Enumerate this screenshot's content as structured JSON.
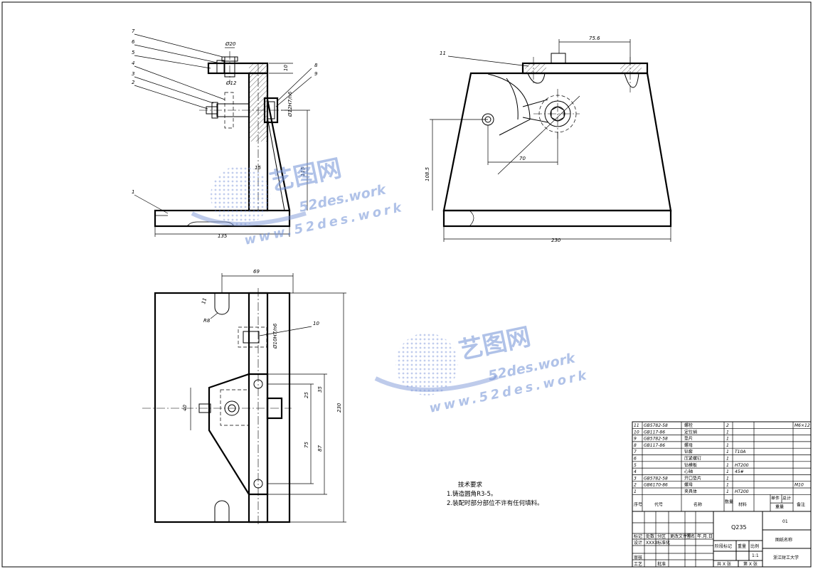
{
  "views": {
    "front": {
      "leaders": [
        "7",
        "6",
        "5",
        "4",
        "3",
        "2",
        "1",
        "8",
        "9"
      ],
      "dims": {
        "top_dia": "Ø20",
        "dia12": "Ø12",
        "ten": "10",
        "fit": "Ø12H7/n6",
        "height": "115",
        "web": "15",
        "base_len": "135"
      }
    },
    "side": {
      "leaders": [
        "11"
      ],
      "dims": {
        "top": "75.6",
        "height": "108.5",
        "arm": "70",
        "width": "230"
      }
    },
    "plan": {
      "leaders": [
        "10"
      ],
      "dims": {
        "top": "69",
        "r": "R8",
        "slot": "11",
        "fit": "Ø10H7/n6",
        "d25": "25",
        "d35": "35",
        "d75": "75",
        "d87": "87",
        "d230": "230",
        "d40": "40"
      }
    }
  },
  "watermarks": [
    {
      "cn": "艺图网",
      "en": "52des.work",
      "url": "www.52des.work"
    },
    {
      "cn": "艺图网",
      "en": "52des.work",
      "url": "www.52des.work"
    }
  ],
  "tech_requirements": {
    "title": "技术要求",
    "items": [
      "1.铸造圆角R3-5。",
      "2.装配时部分部位不许有任何填料。"
    ]
  },
  "bom": {
    "rows": [
      {
        "no": "11",
        "code": "GB5782-58",
        "name": "螺栓",
        "qty": "2",
        "mat": "",
        "note": "M6×12"
      },
      {
        "no": "10",
        "code": "GB117-86",
        "name": "定位销",
        "qty": "1",
        "mat": "",
        "note": ""
      },
      {
        "no": "9",
        "code": "GB5782-58",
        "name": "垫片",
        "qty": "1",
        "mat": "",
        "note": ""
      },
      {
        "no": "8",
        "code": "GB117-86",
        "name": "螺母",
        "qty": "1",
        "mat": "",
        "note": ""
      },
      {
        "no": "7",
        "code": "",
        "name": "钻套",
        "qty": "1",
        "mat": "T10A",
        "note": ""
      },
      {
        "no": "6",
        "code": "",
        "name": "压紧螺钉",
        "qty": "1",
        "mat": "",
        "note": ""
      },
      {
        "no": "5",
        "code": "",
        "name": "钻模板",
        "qty": "1",
        "mat": "HT200",
        "note": ""
      },
      {
        "no": "4",
        "code": "",
        "name": "心轴",
        "qty": "1",
        "mat": "45#",
        "note": ""
      },
      {
        "no": "3",
        "code": "GB5782-58",
        "name": "开口垫片",
        "qty": "1",
        "mat": "",
        "note": ""
      },
      {
        "no": "2",
        "code": "GB6170-86",
        "name": "螺母",
        "qty": "1",
        "mat": "",
        "note": "M10"
      },
      {
        "no": "1",
        "code": "",
        "name": "夹具体",
        "qty": "1",
        "mat": "HT200",
        "note": ""
      }
    ],
    "header": {
      "no": "序号",
      "code": "代号",
      "name": "名称",
      "qty": "数量",
      "mat": "材料",
      "single": "单件",
      "total": "总计",
      "weight": "重量",
      "note": "备注"
    }
  },
  "title_block": {
    "material": "Q235",
    "drawing_no": "01",
    "drawing_name": "图纸名称",
    "school": "浙江财工大学",
    "stage_mark": "阶段标记",
    "weight": "重量",
    "scale_label": "比例",
    "scale": "1:1",
    "sheet_total": "共 X 张",
    "sheet_no": "第 X 张",
    "designer": "设计",
    "designer_name": "XXXX",
    "std": "标准化",
    "review": "审核",
    "process": "工艺",
    "approve": "批准",
    "mark": "标记",
    "count": "处数",
    "zone": "分区",
    "change_doc": "更改文件号",
    "sign": "签名",
    "date": "年.月.日"
  }
}
